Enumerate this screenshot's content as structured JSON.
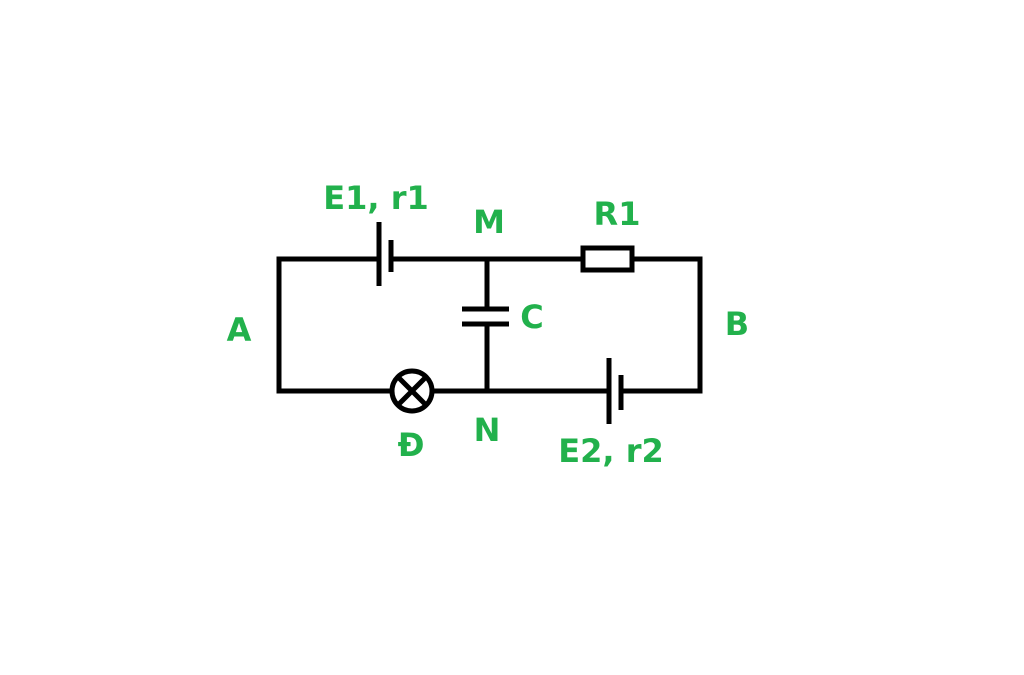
{
  "colors": {
    "wire": "#000000",
    "label": "#22b14c"
  },
  "labels": {
    "a": "A",
    "b": "B",
    "m": "M",
    "n": "N",
    "c": "C",
    "e1_r1": "E1, r1",
    "r1": "R1",
    "e2_r2": "E2, r2",
    "d": "Đ"
  }
}
